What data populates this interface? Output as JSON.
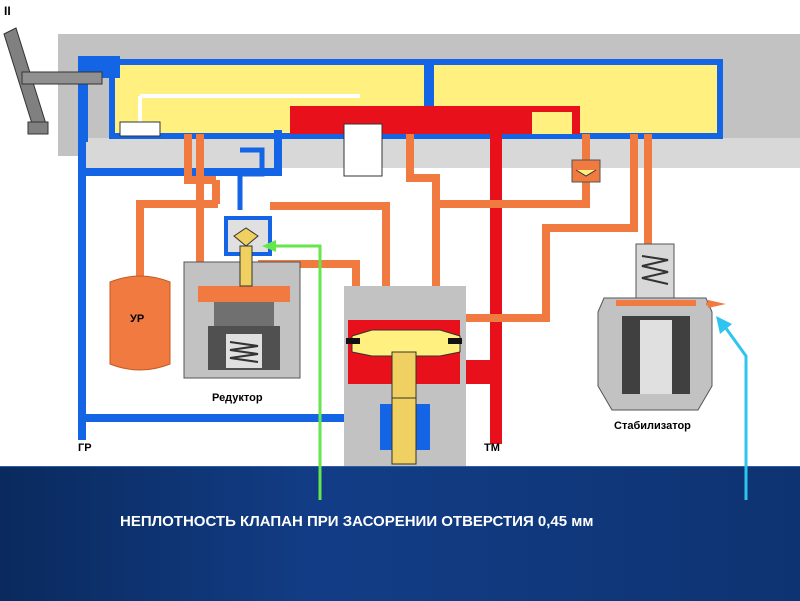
{
  "labels": {
    "position": "II",
    "ur": "УР",
    "reductor": "Редуктор",
    "gr": "ГР",
    "tm": "ТМ",
    "stabilizer": "Стабилизатор"
  },
  "caption": "НЕПЛОТНОСТЬ КЛАПАН ПРИ ЗАСОРЕНИИ ОТВЕРСТИЯ 0,45 мм",
  "colors": {
    "body_gray": "#c0c0c0",
    "feed_blue": "#1464e6",
    "tm_red": "#e8101a",
    "ur_orange": "#f07a40",
    "yellow": "#fff080",
    "banner": "#123d86",
    "pointer_green": "#66e64a",
    "pointer_cyan": "#2ec4f0"
  }
}
